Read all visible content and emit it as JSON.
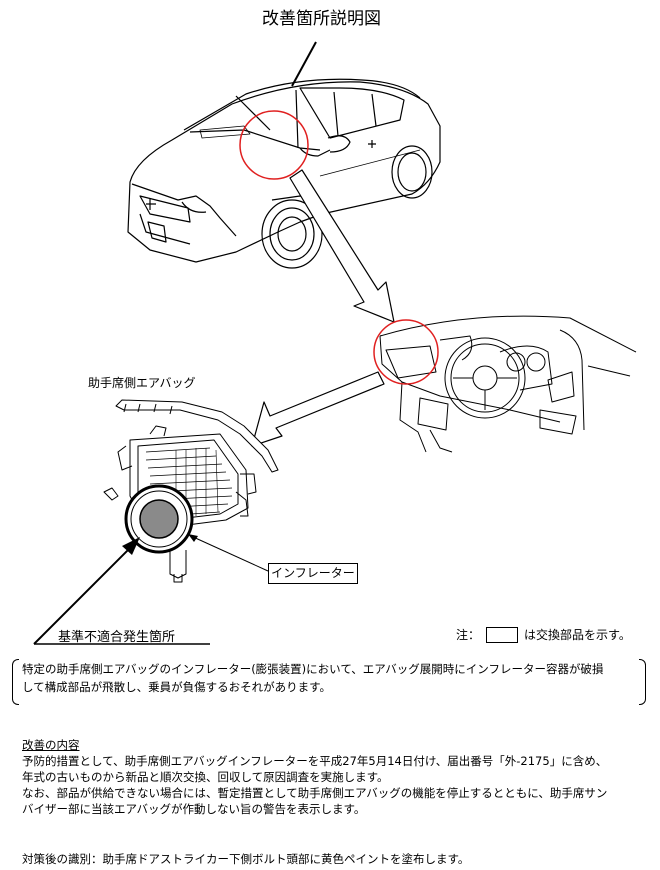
{
  "title": "改善箇所説明図",
  "labels": {
    "airbag": "助手席側エアバッグ",
    "inflator": "インフレーター",
    "nonconformity_location": "基準不適合発生箇所",
    "note_prefix": "注：",
    "note_suffix": "は交換部品を示す。"
  },
  "defect_description": [
    "特定の助手席側エアバッグのインフレーター(膨張装置)において、エアバッグ展開時にインフレーター容器が破損",
    "して構成部品が飛散し、乗員が負傷するおそれがあります。"
  ],
  "remedy": {
    "heading": "改善の内容",
    "lines": [
      "予防的措置として、助手席側エアバッグインフレーターを平成27年5月14日付け、届出番号「外-2175」に含め、",
      "年式の古いものから新品と順次交換、回収して原因調査を実施します。",
      "なお、部品が供給できない場合には、暫定措置として助手席側エアバッグの機能を停止するとともに、助手席サン",
      "バイザー部に当該エアバッグが作動しない旨の警告を表示します。"
    ]
  },
  "identification": "対策後の識別：助手席ドアストライカー下側ボルト頭部に黄色ペイントを塗布します。",
  "colors": {
    "highlight_circle": "#e02020",
    "inflator_fill": "#8a8a8a",
    "line": "#000000"
  }
}
